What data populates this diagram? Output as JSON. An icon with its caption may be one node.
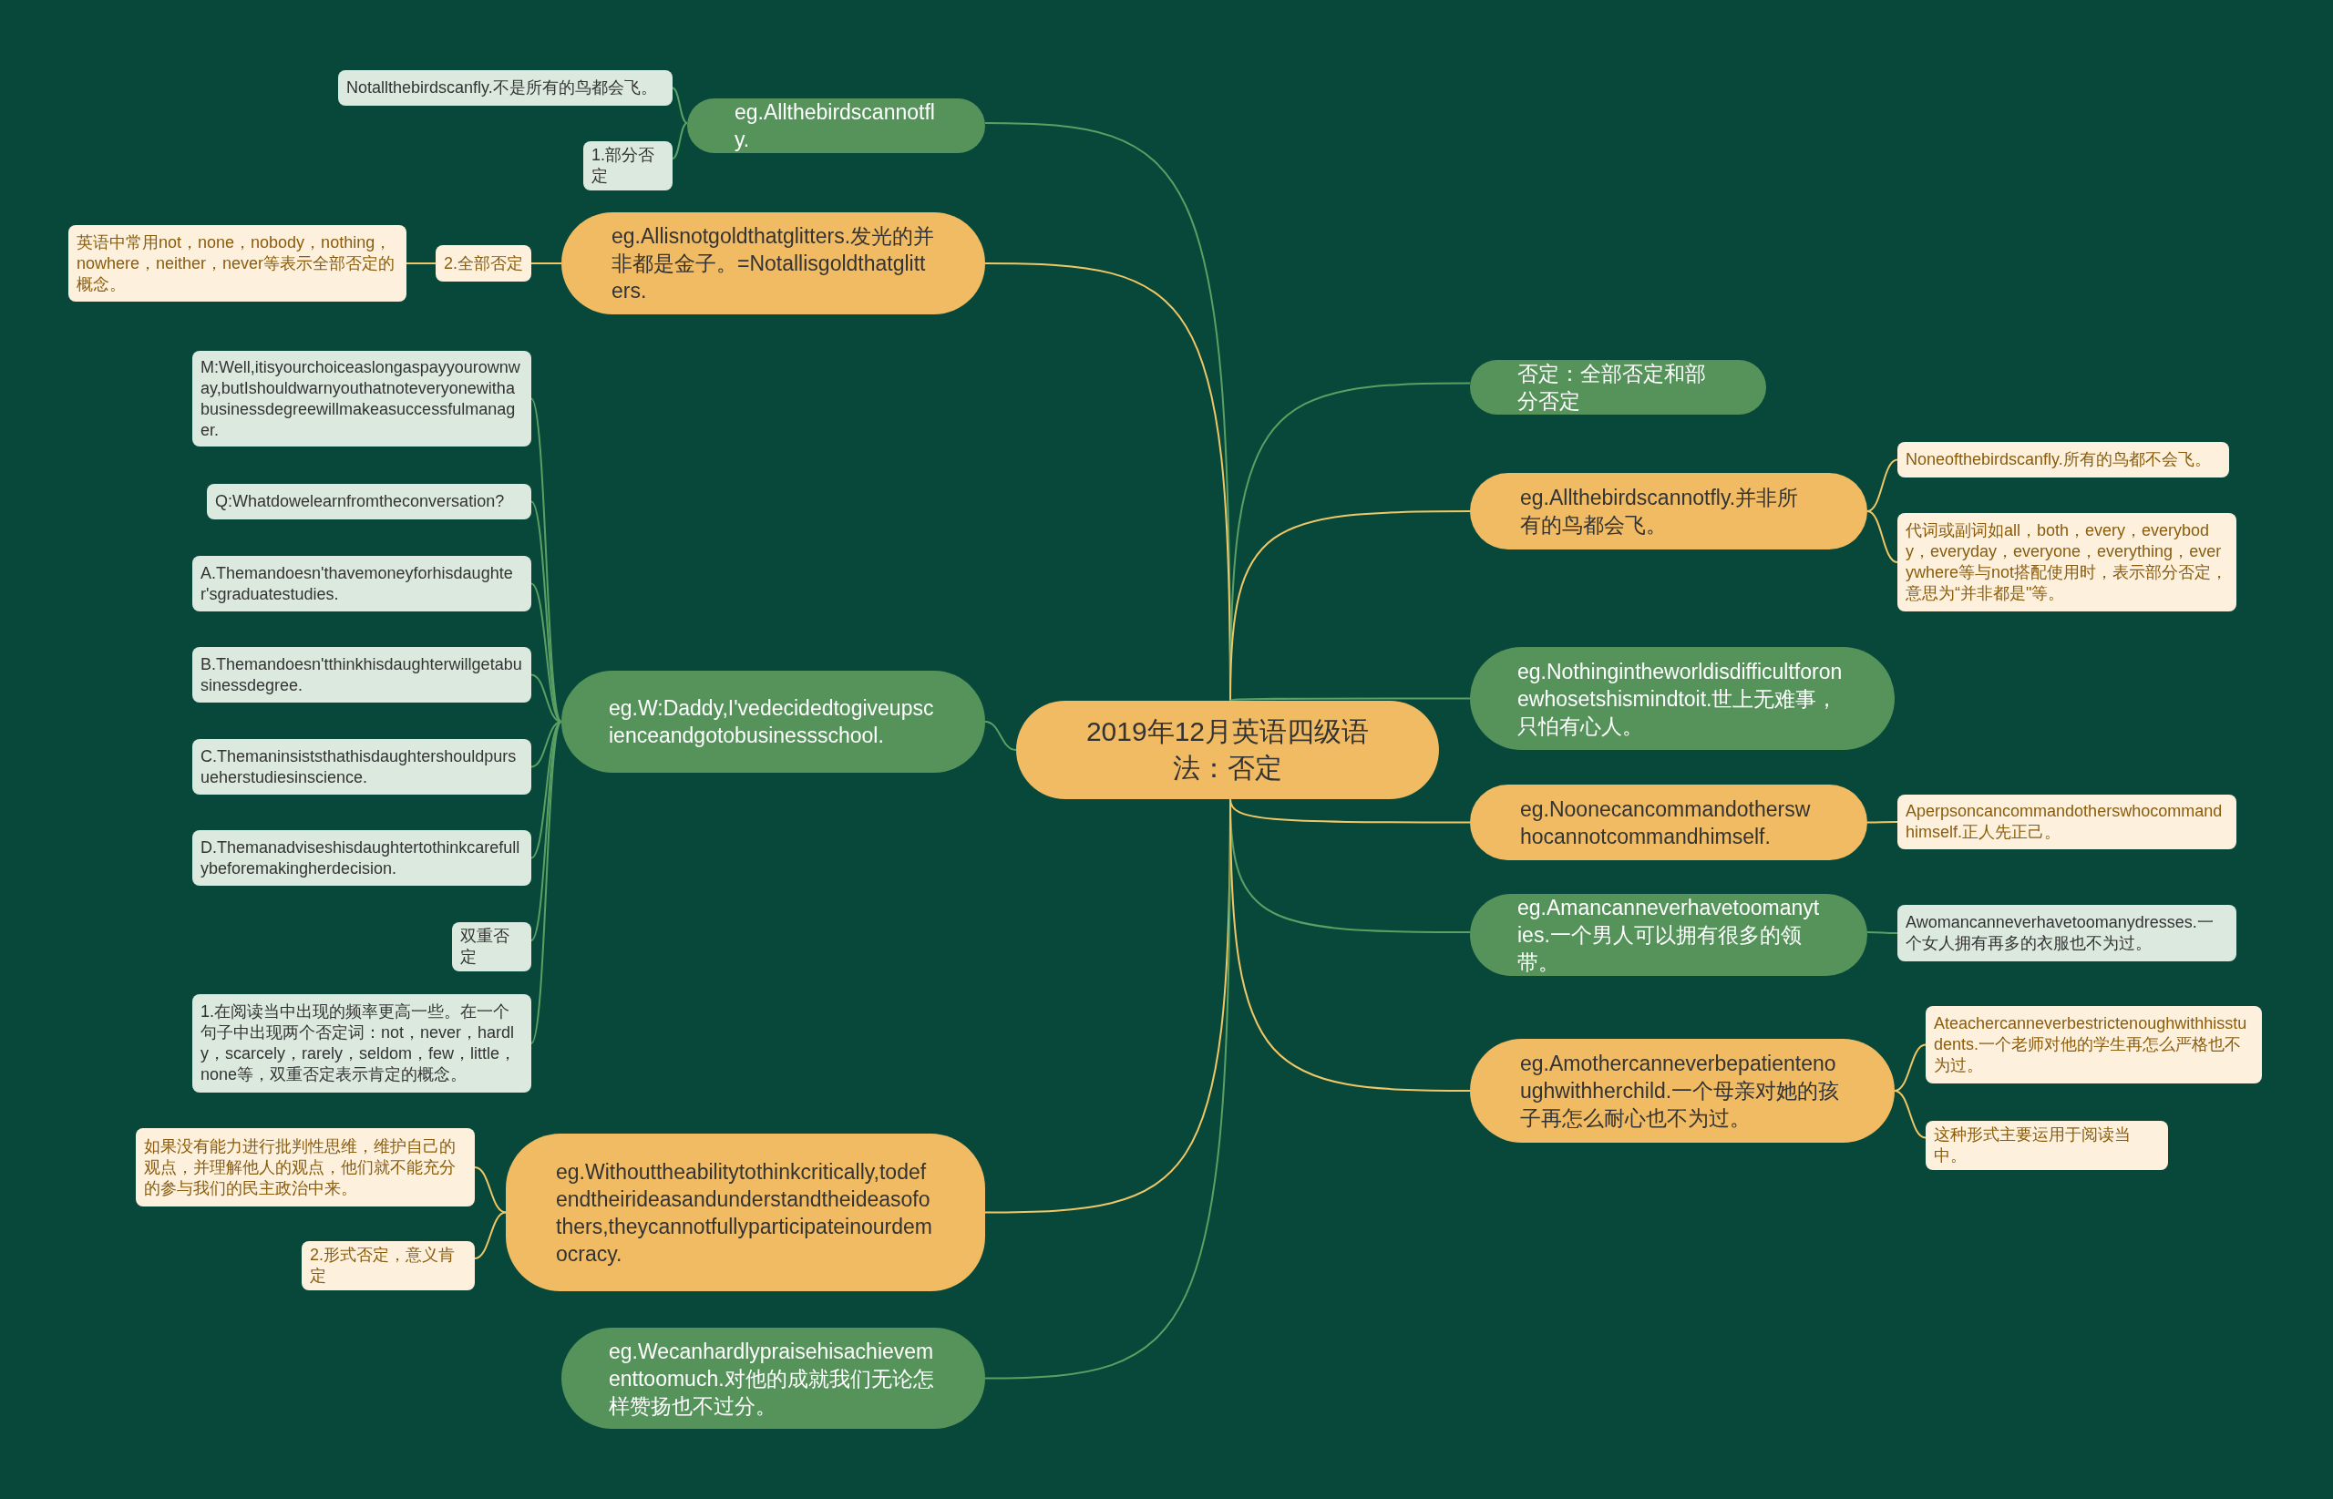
{
  "diagram": {
    "nodes": [
      {
        "text": [
          "2019年12月英语四级语法：否定"
        ]
      },
      {
        "text": [
          "eg.Allthebirdscannotfly."
        ]
      },
      {
        "text": [
          "Notallthebirdscanfly.不是所有的鸟都会飞。"
        ]
      },
      {
        "text": [
          "1.部分否定"
        ]
      },
      {
        "text": [
          "eg.Allisnotgoldthatglitters.发光的并非都是金子。=Notallisgoldthatglitters."
        ]
      },
      {
        "text": [
          "2.全部否定"
        ]
      },
      {
        "text": [
          "英语中常用not，none，nobody，nothing，nowhere，neither，never等表示全部否定的概念。"
        ]
      },
      {
        "text": [
          "eg.W:Daddy,I'vedecidedtogiveupscienceandgotobusinessschool."
        ]
      },
      {
        "text": [
          "M:Well,itisyourchoiceaslongaspayyourownway,butIshouldwarnyouthatnoteveryonewithabusinessdegreewillmakeasuccessfulmanager."
        ]
      },
      {
        "text": [
          "Q:Whatdowelearnfromtheconversation?"
        ]
      },
      {
        "text": [
          "A.Themandoesn'thavemoneyforhisdaughter'sgraduatestudies."
        ]
      },
      {
        "text": [
          "B.Themandoesn'tthinkhisdaughterwillgetabusinessdegree."
        ]
      },
      {
        "text": [
          "C.Themaninsiststhathisdaughtershouldpursueherstudiesinscience."
        ]
      },
      {
        "text": [
          "D.Themanadviseshisdaughtertothinkcarefullybeforemakingherdecision."
        ]
      },
      {
        "text": [
          "双重否定"
        ]
      },
      {
        "text": [
          "1.在阅读当中出现的频率更高一些。在一个句子中出现两个否定词：not，never，hardly，scarcely，rarely，seldom，few，little，none等，双重否定表示肯定的概念。"
        ]
      },
      {
        "text": [
          "eg.Withouttheabilitytothinkcritically,todefendtheirideasandunderstandtheideasofothers,theycannotfullyparticipateinourdemocracy."
        ]
      },
      {
        "text": [
          "如果没有能力进行批判性思维，维护自己的观点，并理解他人的观点，他们就不能充分的参与我们的民主政治中来。"
        ]
      },
      {
        "text": [
          "2.形式否定，意义肯定"
        ]
      },
      {
        "text": [
          "eg.Wecanhardlypraisehisachievementtoomuch.对他的成就我们无论怎样赞扬也不过分。"
        ]
      },
      {
        "text": [
          "否定：全部否定和部分否定"
        ]
      },
      {
        "text": [
          "eg.Allthebirdscannotfly.并非所有的鸟都会飞。"
        ]
      },
      {
        "text": [
          "Noneofthebirdscanfly.所有的鸟都不会飞。"
        ]
      },
      {
        "text": [
          "代词或副词如all，both，every，everybody，everyday，everyone，everything，everywhere等与not搭配使用时，表示部分否定，意思为“并非都是\"等。"
        ]
      },
      {
        "text": [
          "eg.Nothingintheworldisdifficultforonewhosetshismindtoit.世上无难事，只怕有心人。"
        ]
      },
      {
        "text": [
          "eg.Noonecancommandotherswhocannotcommandhimself."
        ]
      },
      {
        "text": [
          "Aperpsoncancommandotherswhocommandhimself.正人先正己。"
        ]
      },
      {
        "text": [
          "eg.Amancanneverhavetoomanyties.一个男人可以拥有很多的领带。"
        ]
      },
      {
        "text": [
          "Awomancanneverhavetoomanydresses.一个女人拥有再多的衣服也不为过。"
        ]
      },
      {
        "text": [
          "eg.Amothercanneverbepatientenoughwithherchild.一个母亲对她的孩子再怎么耐心也不为过。"
        ]
      },
      {
        "text": [
          "Ateachercanneverbestrictenoughwithhisstudents.一个老师对他的学生再怎么严格也不为过。"
        ]
      },
      {
        "text": [
          "这种形式主要运用于阅读当中。"
        ]
      }
    ],
    "edges": [
      {
        "from": 0,
        "to": 1,
        "arrow": "none"
      },
      {
        "from": 1,
        "to": 2,
        "arrow": "none"
      },
      {
        "from": 1,
        "to": 3,
        "arrow": "none"
      },
      {
        "from": 0,
        "to": 4,
        "arrow": "none",
        "color": "#f0c766"
      },
      {
        "from": 4,
        "to": 5,
        "arrow": "none",
        "color": "#f0c766"
      },
      {
        "from": 5,
        "to": 6,
        "arrow": "none",
        "color": "#f0c766"
      },
      {
        "from": 0,
        "to": 7,
        "arrow": "none"
      },
      {
        "from": 7,
        "to": 8,
        "arrow": "none"
      },
      {
        "from": 7,
        "to": 9,
        "arrow": "none"
      },
      {
        "from": 7,
        "to": 10,
        "arrow": "none"
      },
      {
        "from": 7,
        "to": 11,
        "arrow": "none"
      },
      {
        "from": 7,
        "to": 12,
        "arrow": "none"
      },
      {
        "from": 7,
        "to": 13,
        "arrow": "none"
      },
      {
        "from": 7,
        "to": 14,
        "arrow": "none"
      },
      {
        "from": 7,
        "to": 15,
        "arrow": "none"
      },
      {
        "from": 0,
        "to": 16,
        "arrow": "none",
        "color": "#f0c766"
      },
      {
        "from": 16,
        "to": 17,
        "arrow": "none",
        "color": "#f0c766"
      },
      {
        "from": 16,
        "to": 18,
        "arrow": "none",
        "color": "#f0c766"
      },
      {
        "from": 0,
        "to": 19,
        "arrow": "none"
      },
      {
        "from": 0,
        "to": 20,
        "arrow": "none"
      },
      {
        "from": 0,
        "to": 21,
        "arrow": "none",
        "color": "#f0c766"
      },
      {
        "from": 21,
        "to": 22,
        "arrow": "none",
        "color": "#f0c766"
      },
      {
        "from": 21,
        "to": 23,
        "arrow": "none",
        "color": "#f0c766"
      },
      {
        "from": 0,
        "to": 24,
        "arrow": "none"
      },
      {
        "from": 0,
        "to": 25,
        "arrow": "none",
        "color": "#f0c766"
      },
      {
        "from": 25,
        "to": 26,
        "arrow": "none",
        "color": "#f0c766"
      },
      {
        "from": 0,
        "to": 27,
        "arrow": "none"
      },
      {
        "from": 27,
        "to": 28,
        "arrow": "none"
      },
      {
        "from": 0,
        "to": 29,
        "arrow": "none",
        "color": "#f0c766"
      },
      {
        "from": 29,
        "to": 30,
        "arrow": "none",
        "color": "#f0c766"
      },
      {
        "from": 29,
        "to": 31,
        "arrow": "none",
        "color": "#f0c766"
      }
    ]
  }
}
